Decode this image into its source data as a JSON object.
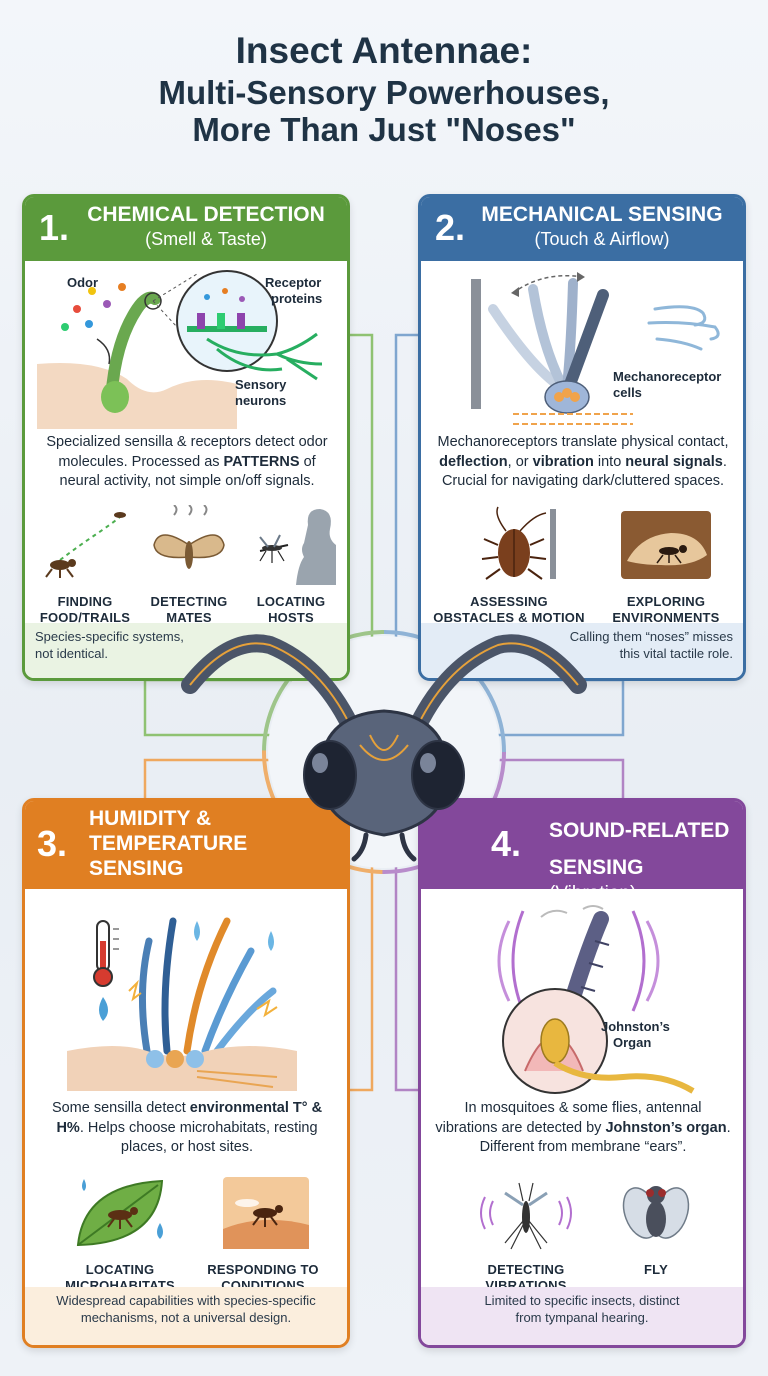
{
  "title": {
    "line1": "Insect Antennae:",
    "line2": "Multi-Sensory Powerhouses,",
    "line3": "More Than Just \"Noses\""
  },
  "colors": {
    "chemical": "#5b9a3c",
    "mechanical": "#3b6ea3",
    "humidity": "#e07f22",
    "sound": "#83489b"
  },
  "panels": {
    "chemical": {
      "number": "1.",
      "heading": "CHEMICAL DETECTION",
      "subheading": "(Smell & Taste)",
      "labels": {
        "odor": "Odor",
        "receptor1": "Receptor",
        "receptor2": "proteins",
        "sensory1": "Sensory",
        "sensory2": "neurons"
      },
      "desc_part1": "Specialized sensilla & receptors detect odor molecules. Processed as ",
      "desc_bold1": "PATTERNS",
      "desc_part2": " of neural activity, not simple on/off signals.",
      "icons": [
        {
          "icon": "ant-trail-icon",
          "line1": "FINDING",
          "line2": "FOOD/TRAILS"
        },
        {
          "icon": "moth-icon",
          "line1": "DETECTING",
          "line2": "MATES"
        },
        {
          "icon": "mosquito-host-icon",
          "line1": "LOCATING",
          "line2": "HOSTS"
        }
      ],
      "footer_line1": "Species-specific systems,",
      "footer_line2": "not identical."
    },
    "mechanical": {
      "number": "2.",
      "heading": "MECHANICAL SENSING",
      "subheading": "(Touch & Airflow)",
      "labels": {
        "mechano1": "Mechanoreceptor",
        "mechano2": "cells"
      },
      "desc_part1": "Mechanoreceptors translate physical contact, ",
      "desc_bold1": "deflection",
      "desc_part2": ", or ",
      "desc_bold2": "vibration",
      "desc_part3": " into ",
      "desc_bold3": "neural signals",
      "desc_part4": ". Crucial for navigating dark/cluttered spaces.",
      "icons": [
        {
          "icon": "cockroach-icon",
          "line1": "ASSESSING",
          "line2": "OBSTACLES & MOTION"
        },
        {
          "icon": "ant-tunnel-icon",
          "line1": "EXPLORING",
          "line2": "ENVIRONMENTS"
        }
      ],
      "footer_line1": "Calling them “noses” misses",
      "footer_line2": "this vital tactile role."
    },
    "humidity": {
      "number": "3.",
      "heading_line1": "HUMIDITY &",
      "heading_line2": "TEMPERATURE",
      "heading_line3": "SENSING",
      "desc_part1": "Some sensilla detect ",
      "desc_bold1": "environmental T° & H%",
      "desc_part2": ". Helps choose microhabitats, resting places, or host sites.",
      "icons": [
        {
          "icon": "ant-leaf-icon",
          "line1": "LOCATING",
          "line2": "MICROHABITATS"
        },
        {
          "icon": "ant-skin-icon",
          "line1": "RESPONDING TO",
          "line2": "CONDITIONS"
        }
      ],
      "footer_line1": "Widespread capabilities with species-specific",
      "footer_line2": "mechanisms, not a universal design."
    },
    "sound": {
      "number": "4.",
      "heading_line1": "SOUND-RELATED",
      "heading_line2": "SENSING",
      "heading_sub": "(Vibration)",
      "labels": {
        "johnston1": "Johnston’s",
        "johnston2": "Organ"
      },
      "desc_part1": "In mosquitoes & some flies, antennal vibrations are detected by ",
      "desc_bold1": "Johnston’s organ",
      "desc_part2": ". Different from membrane “ears”.",
      "icons": [
        {
          "icon": "mosquito-vibration-icon",
          "line1": "DETECTING",
          "line2": "VIBRATIONS"
        },
        {
          "icon": "fly-icon",
          "line1": "FLY",
          "line2": ""
        }
      ],
      "footer_line1": "Limited to specific insects, distinct",
      "footer_line2": "from tympanal hearing."
    }
  }
}
